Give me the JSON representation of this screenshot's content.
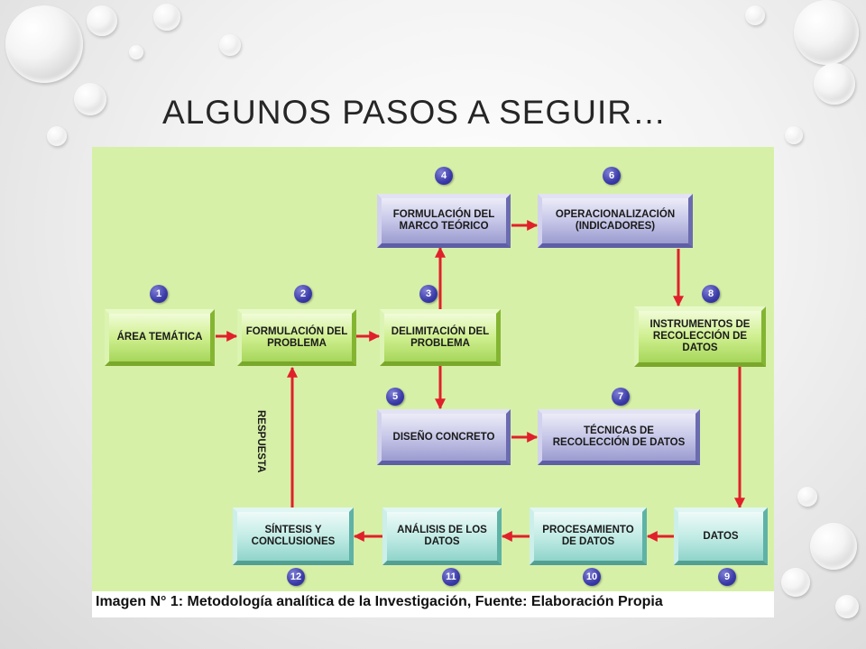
{
  "slide": {
    "title": "ALGUNOS PASOS A SEGUIR…"
  },
  "diagram": {
    "caption": "Imagen N° 1: Metodología analítica de la Investigación, Fuente: Elaboración Propia",
    "side_label": "RESPUESTA",
    "steps": [
      {
        "n": "1",
        "label": "ÁREA TEMÁTICA"
      },
      {
        "n": "2",
        "label": "FORMULACIÓN DEL PROBLEMA"
      },
      {
        "n": "3",
        "label": "DELIMITACIÓN DEL PROBLEMA"
      },
      {
        "n": "4",
        "label": "FORMULACIÓN DEL MARCO TEÓRICO"
      },
      {
        "n": "5",
        "label": "DISEÑO CONCRETO"
      },
      {
        "n": "6",
        "label": "OPERACIONALIZACIÓN (INDICADORES)"
      },
      {
        "n": "7",
        "label": "TÉCNICAS DE RECOLECCIÓN DE DATOS"
      },
      {
        "n": "8",
        "label": "INSTRUMENTOS DE RECOLECCIÓN DE DATOS"
      },
      {
        "n": "9",
        "label": "DATOS"
      },
      {
        "n": "10",
        "label": "PROCESAMIENTO DE DATOS"
      },
      {
        "n": "11",
        "label": "ANÁLISIS DE LOS DATOS"
      },
      {
        "n": "12",
        "label": "SÍNTESIS Y CONCLUSIONES"
      }
    ]
  }
}
